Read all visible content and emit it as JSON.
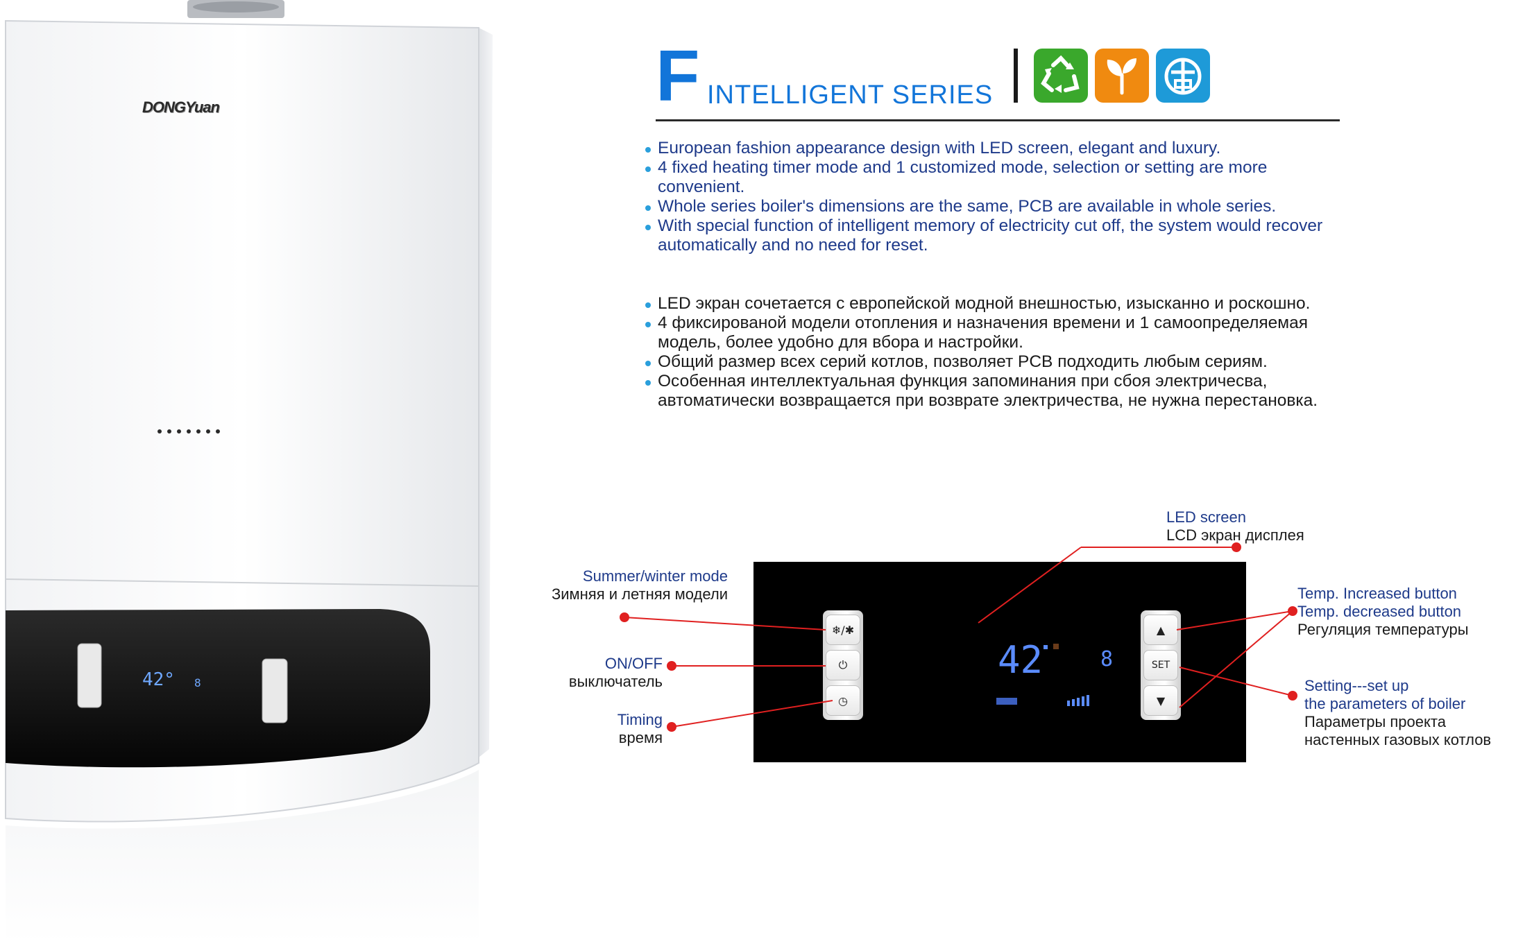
{
  "product": {
    "brand_logo": "DONGYuan"
  },
  "header": {
    "series_letter": "F",
    "series_name": "INTELLIGENT SERIES",
    "icons": [
      {
        "name": "recycle-icon",
        "color": "#3aa82c"
      },
      {
        "name": "leaf-icon",
        "color": "#f08a10"
      },
      {
        "name": "water-drop-icon",
        "color": "#1e9ad8"
      }
    ]
  },
  "features_en": [
    "European fashion appearance design with LED screen, elegant and luxury.",
    "4 fixed heating timer mode and 1 customized mode, selection or setting are more convenient.",
    "Whole series boiler's dimensions are the same, PCB are available in whole series.",
    "With special function of intelligent memory of electricity cut off, the system would recover automatically and no need for reset."
  ],
  "features_ru": [
    "LED экран сочетается с европейской модной внешностью, изысканно и роскошно.",
    "4 фиксированой модели отопления и назначения времени и 1 самоопределяемая модель, более удобно для вбора и настройки.",
    "Общий размер всех серий котлов, позволяет PCB подходить любым сериям.",
    "Особенная интеллектуальная функция запоминания при сбоя электричесва, автоматически возвращается при возврате электричества, не нужна перестановка."
  ],
  "callouts": {
    "led_screen": {
      "en": "LED screen",
      "ru": "LCD экран дисплея"
    },
    "summer_winter": {
      "en": "Summer/winter mode",
      "ru": "Зимняя и летняя модели"
    },
    "on_off": {
      "en": "ON/OFF",
      "ru": "выключатель"
    },
    "timing": {
      "en": "Timing",
      "ru": "время"
    },
    "temp_up": {
      "en": "Temp. Increased button"
    },
    "temp_down": {
      "en": "Temp. decreased button",
      "ru": "Регуляция температуры"
    },
    "setting": {
      "en1": "Setting---set up",
      "en2": "the parameters of boiler",
      "ru1": "Параметры проекта",
      "ru2": "настенных газовых котлов"
    }
  },
  "panel_keys": {
    "left": [
      "❄/✱",
      "⏻",
      "◷"
    ],
    "right": [
      "▲",
      "SET",
      "▼"
    ]
  },
  "display": {
    "main_readout": "42",
    "side_readout": "8"
  }
}
